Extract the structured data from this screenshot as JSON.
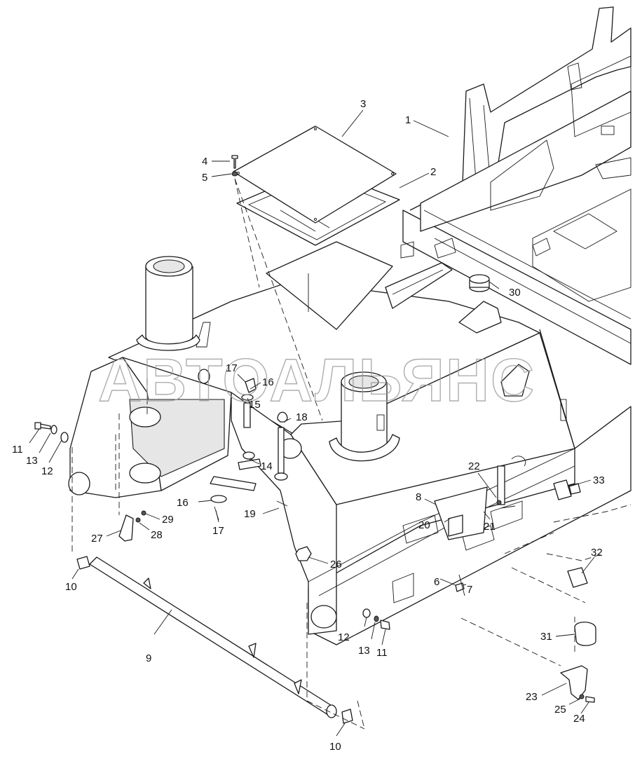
{
  "watermark": "АВТОАЛЬЯНС",
  "callouts": [
    "1",
    "2",
    "3",
    "4",
    "5",
    "6",
    "7",
    "8",
    "9",
    "10",
    "10",
    "11",
    "11",
    "12",
    "12",
    "13",
    "13",
    "14",
    "15",
    "16",
    "16",
    "17",
    "17",
    "18",
    "19",
    "20",
    "21",
    "22",
    "23",
    "24",
    "25",
    "26",
    "27",
    "28",
    "29",
    "30",
    "31",
    "32",
    "33"
  ]
}
